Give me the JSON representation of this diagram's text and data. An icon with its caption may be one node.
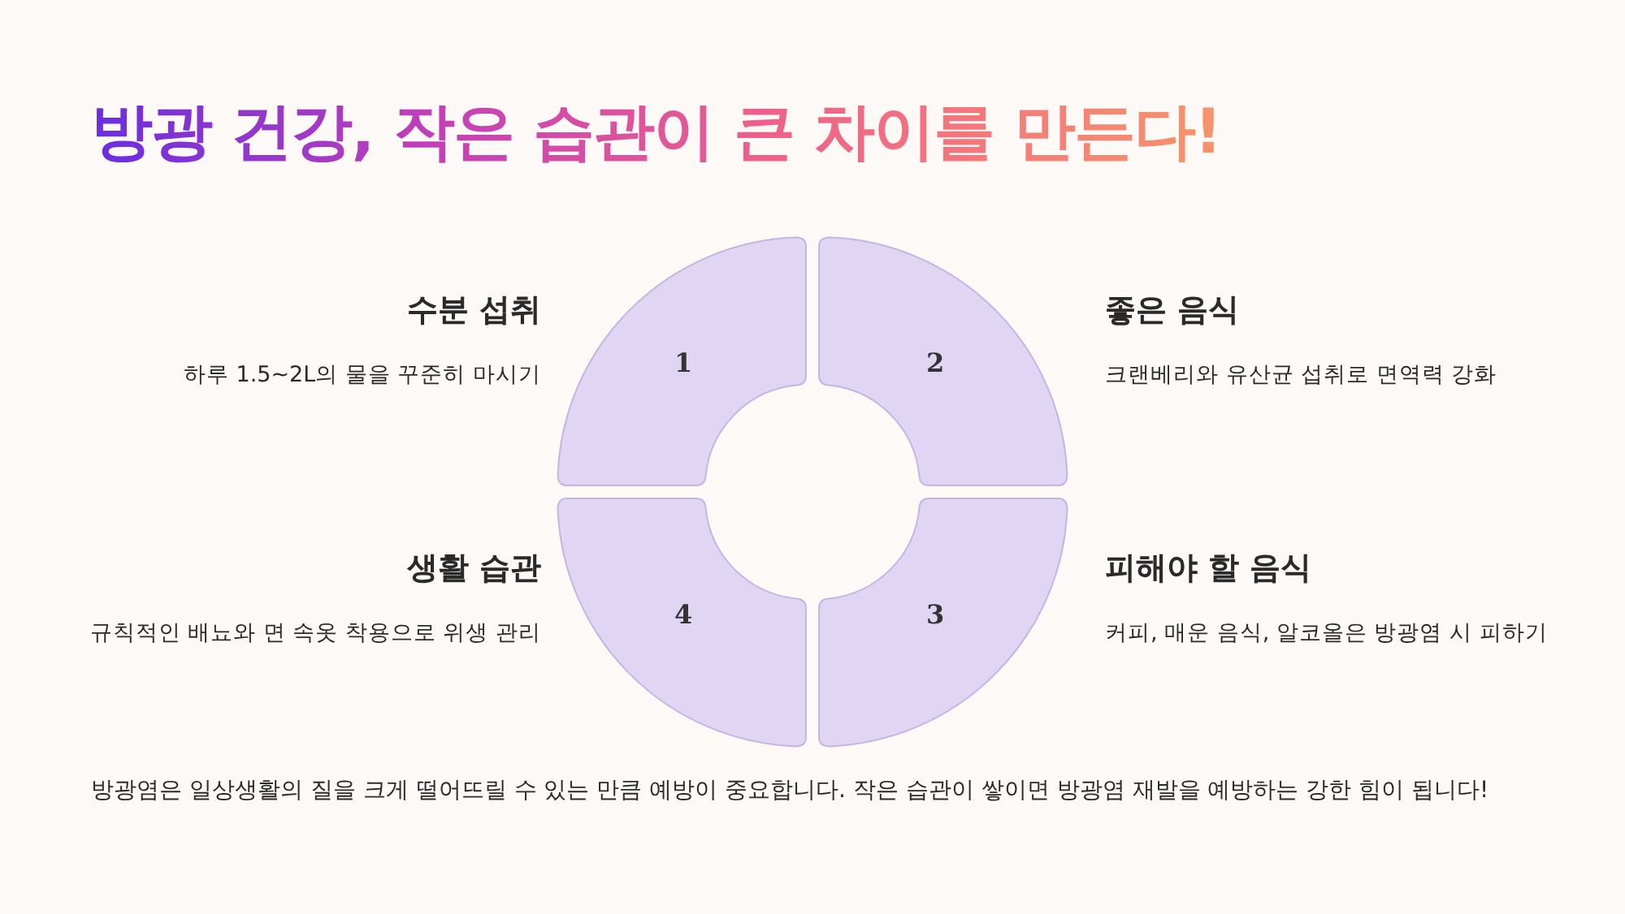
{
  "diagram": {
    "title": "방광 건강, 작은 습관이 큰 차이를 만든다!",
    "caption": "방광염은 일상생활의 질을 크게 떨어뜨릴 수 있는 만큼 예방이 중요합니다. 작은 습관이 쌓이면 방광염 재발을 예방하는 강한 힘이 됩니다!",
    "nodes": [
      {
        "text": [
          "1"
        ],
        "beside": [
          "수분 섭취",
          "하루 1.5~2L의 물을 꾸준히 마시기"
        ]
      },
      {
        "text": [
          "2"
        ],
        "beside": [
          "좋은 음식",
          "크랜베리와 유산균 섭취로 면역력 강화"
        ]
      },
      {
        "text": [
          "4"
        ],
        "beside": [
          "생활 습관",
          "규칙적인 배뇨와 면 속옷 착용으로 위생 관리"
        ]
      },
      {
        "text": [
          "3"
        ],
        "beside": [
          "피해야 할 음식",
          "커피, 매운 음식, 알코올은 방광염 시 피하기"
        ]
      }
    ]
  }
}
